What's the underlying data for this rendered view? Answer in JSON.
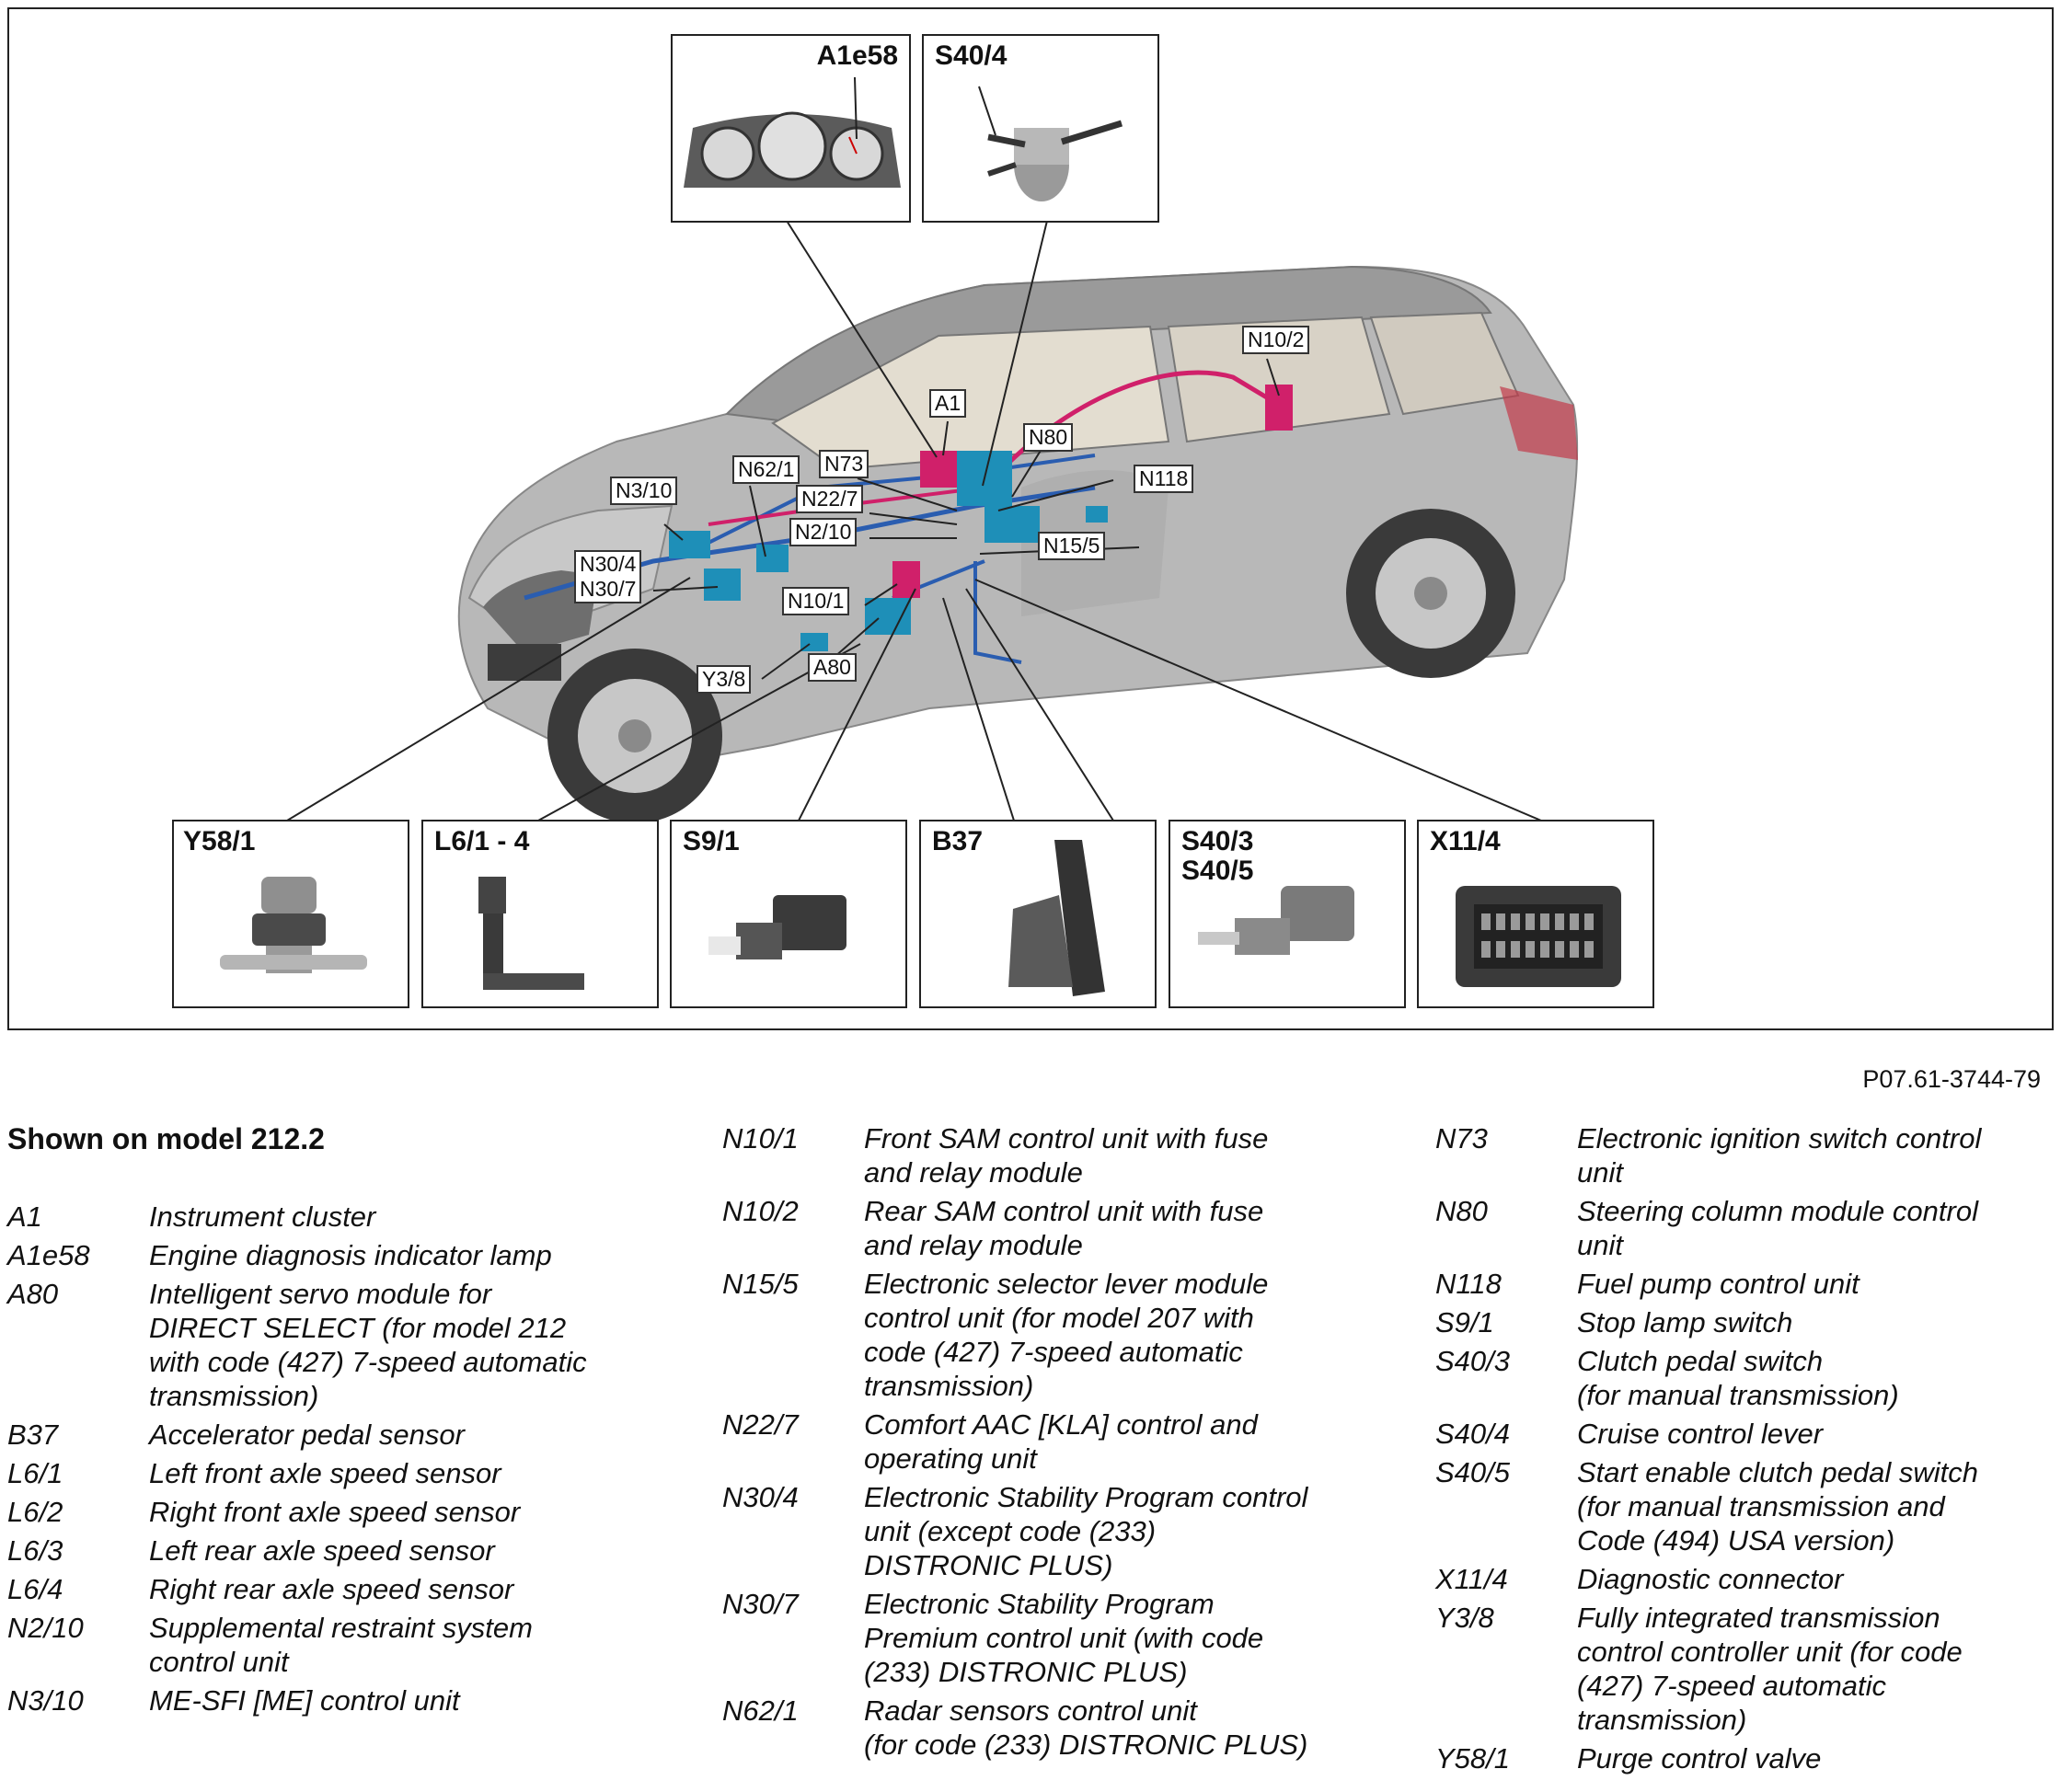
{
  "figure": {
    "callouts": [
      "A1",
      "N62/1",
      "N73",
      "N3/10",
      "N22/7",
      "N2/10",
      "N30/4\nN30/7",
      "N10/1",
      "Y3/8",
      "A80",
      "N80",
      "N118",
      "N10/2",
      "N15/5"
    ],
    "panels": {
      "a1e58": "A1e58",
      "s40_4": "S40/4",
      "y58_1": "Y58/1",
      "l6": "L6/1 - 4",
      "s9_1": "S9/1",
      "b37": "B37",
      "s40_3_5": "S40/3\nS40/5",
      "x11_4": "X11/4"
    }
  },
  "figure_code": "P07.61-3744-79",
  "legend": {
    "heading": "Shown on model 212.2",
    "col1": [
      {
        "code": "A1",
        "desc": "Instrument cluster"
      },
      {
        "code": "A1e58",
        "desc": "Engine diagnosis indicator lamp"
      },
      {
        "code": "A80",
        "desc": "Intelligent servo module for\nDIRECT SELECT (for model 212\nwith code (427) 7-speed automatic\ntransmission)"
      },
      {
        "code": "B37",
        "desc": "Accelerator pedal sensor"
      },
      {
        "code": "L6/1",
        "desc": "Left front axle speed sensor"
      },
      {
        "code": "L6/2",
        "desc": "Right front axle speed sensor"
      },
      {
        "code": "L6/3",
        "desc": "Left rear axle speed sensor"
      },
      {
        "code": "L6/4",
        "desc": "Right rear axle speed sensor"
      },
      {
        "code": "N2/10",
        "desc": "Supplemental restraint system\ncontrol unit"
      },
      {
        "code": "N3/10",
        "desc": "ME-SFI [ME] control unit"
      }
    ],
    "col2": [
      {
        "code": "N10/1",
        "desc": "Front SAM control unit with fuse\nand relay module"
      },
      {
        "code": "N10/2",
        "desc": "Rear SAM control unit with fuse\nand relay module"
      },
      {
        "code": "N15/5",
        "desc": "Electronic selector lever module\ncontrol unit (for model 207 with\ncode (427) 7-speed automatic\ntransmission)"
      },
      {
        "code": "N22/7",
        "desc": "Comfort AAC [KLA] control and\noperating unit"
      },
      {
        "code": "N30/4",
        "desc": "Electronic Stability Program control\nunit (except code (233)\nDISTRONIC PLUS)"
      },
      {
        "code": "N30/7",
        "desc": "Electronic Stability Program\nPremium control unit (with code\n(233) DISTRONIC PLUS)"
      },
      {
        "code": "N62/1",
        "desc": "Radar sensors control unit\n(for code (233) DISTRONIC PLUS)"
      }
    ],
    "col3": [
      {
        "code": "N73",
        "desc": "Electronic ignition switch control\nunit"
      },
      {
        "code": "N80",
        "desc": "Steering column module control\nunit"
      },
      {
        "code": "N118",
        "desc": "Fuel pump control unit"
      },
      {
        "code": "S9/1",
        "desc": "Stop lamp switch"
      },
      {
        "code": "S40/3",
        "desc": "Clutch pedal switch\n(for manual transmission)"
      },
      {
        "code": "S40/4",
        "desc": "Cruise control lever"
      },
      {
        "code": "S40/5",
        "desc": "Start enable clutch pedal switch\n(for manual transmission and\nCode (494) USA version)"
      },
      {
        "code": "X11/4",
        "desc": "Diagnostic connector"
      },
      {
        "code": "Y3/8",
        "desc": "Fully integrated transmission\ncontrol controller unit (for code\n(427) 7-speed automatic\ntransmission)"
      },
      {
        "code": "Y58/1",
        "desc": "Purge control valve"
      }
    ]
  }
}
